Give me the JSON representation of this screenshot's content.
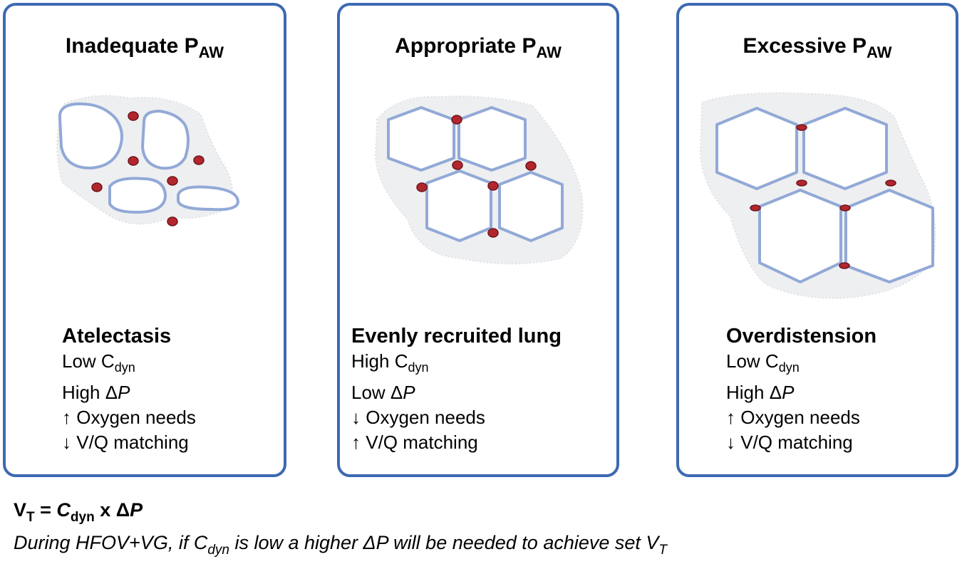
{
  "panels": [
    {
      "title_main": "Inadequate P",
      "title_sub": "AW",
      "heading": "Atelectasis",
      "line1_main": "Low C",
      "line1_sub": "dyn",
      "line2_text": "High Δ",
      "line2_italic": "P",
      "line3": "↑ Oxygen needs",
      "line4": "↓ V/Q matching"
    },
    {
      "title_main": "Appropriate P",
      "title_sub": "AW",
      "heading": "Evenly recruited lung",
      "line1_main": "High C",
      "line1_sub": "dyn",
      "line2_text": "Low Δ",
      "line2_italic": "P",
      "line3": "↓ Oxygen needs",
      "line4": "↑ V/Q matching"
    },
    {
      "title_main": "Excessive P",
      "title_sub": "AW",
      "heading": "Overdistension",
      "line1_main": "Low C",
      "line1_sub": "dyn",
      "line2_text": "High Δ",
      "line2_italic": "P",
      "line3": "↑ Oxygen needs",
      "line4": "↓ V/Q matching"
    }
  ],
  "formula": {
    "v": "V",
    "t_sub": "T",
    "eq": " = ",
    "c": "C",
    "c_sub": "dyn",
    "x": " x Δ",
    "p": "P"
  },
  "note": {
    "part1": "During HFOV+VG, if C",
    "sub1": "dyn",
    "part2": " is low a higher ΔP will be needed to achieve set V",
    "sub2": "T"
  },
  "colors": {
    "border": "#3d69b1",
    "alveolus_stroke": "#92a9d7",
    "tissue": "#eeeff1",
    "capillary": "#b3262e"
  }
}
